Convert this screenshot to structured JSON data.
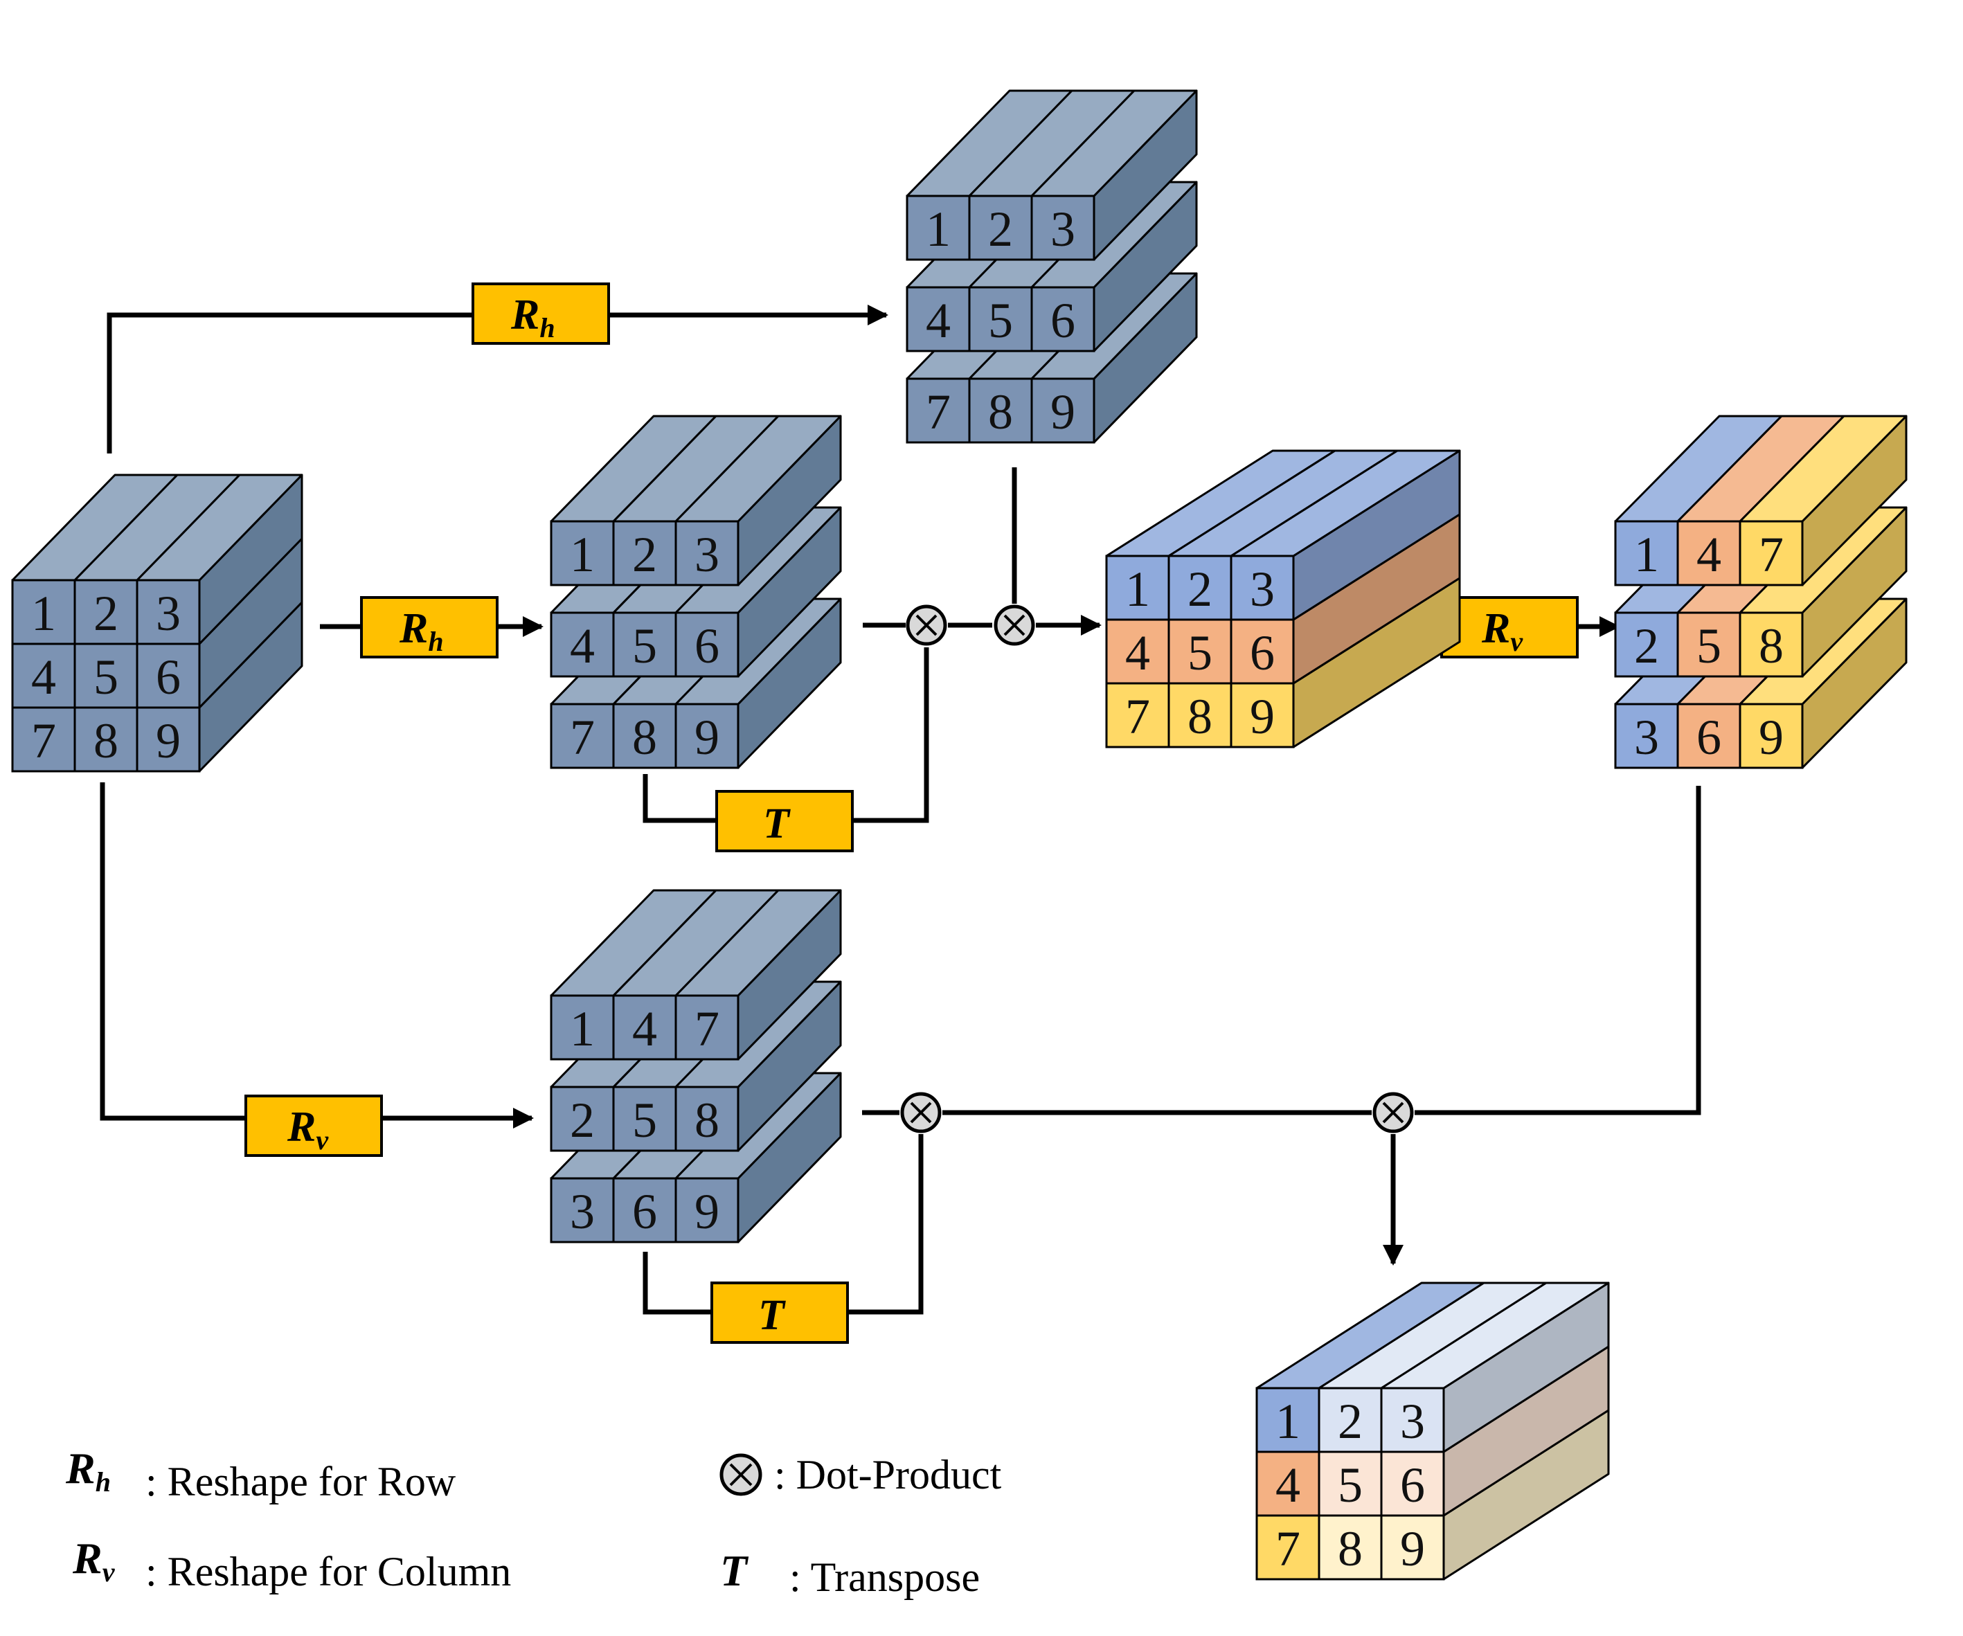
{
  "colors": {
    "blue_front": "#7c93b3",
    "blue_top": "#97abc2",
    "blue_side": "#627b96",
    "periwinkle": "#8faadc",
    "salmon": "#f4b183",
    "yellow": "#ffd966",
    "orange_box": "#ffc000",
    "light_blue": "#dae3f3",
    "light_salmon": "#fbe5d6",
    "light_yellow": "#fff2cc"
  },
  "ops": {
    "rh_label": "R",
    "rh_sub": "h",
    "rv_label": "R",
    "rv_sub": "v",
    "transpose_label": "T",
    "dot_symbol": "⊗"
  },
  "blocks": {
    "input": {
      "rows": [
        [
          "1",
          "2",
          "3"
        ],
        [
          "4",
          "5",
          "6"
        ],
        [
          "7",
          "8",
          "9"
        ]
      ]
    },
    "row_reshape_top": {
      "rows": [
        [
          "1",
          "2",
          "3"
        ],
        [
          "4",
          "5",
          "6"
        ],
        [
          "7",
          "8",
          "9"
        ]
      ]
    },
    "row_reshape_mid": {
      "rows": [
        [
          "1",
          "2",
          "3"
        ],
        [
          "4",
          "5",
          "6"
        ],
        [
          "7",
          "8",
          "9"
        ]
      ]
    },
    "column_reshape": {
      "rows": [
        [
          "1",
          "4",
          "7"
        ],
        [
          "2",
          "5",
          "8"
        ],
        [
          "3",
          "6",
          "9"
        ]
      ]
    },
    "row_attention": {
      "rows": [
        [
          "1",
          "2",
          "3"
        ],
        [
          "4",
          "5",
          "6"
        ],
        [
          "7",
          "8",
          "9"
        ]
      ]
    },
    "column_arranged": {
      "rows": [
        [
          "1",
          "4",
          "7"
        ],
        [
          "2",
          "5",
          "8"
        ],
        [
          "3",
          "6",
          "9"
        ]
      ]
    },
    "output": {
      "rows": [
        [
          "1",
          "2",
          "3"
        ],
        [
          "4",
          "5",
          "6"
        ],
        [
          "7",
          "8",
          "9"
        ]
      ]
    }
  },
  "legend": {
    "rh_symbol": "R",
    "rh_sub": "h",
    "rh_text": ": Reshape for Row",
    "rv_symbol": "R",
    "rv_sub": "v",
    "rv_text": ": Reshape for Column",
    "dot_symbol": "⊗",
    "dot_text": ": Dot-Product",
    "t_symbol": "T",
    "t_text": ": Transpose"
  }
}
